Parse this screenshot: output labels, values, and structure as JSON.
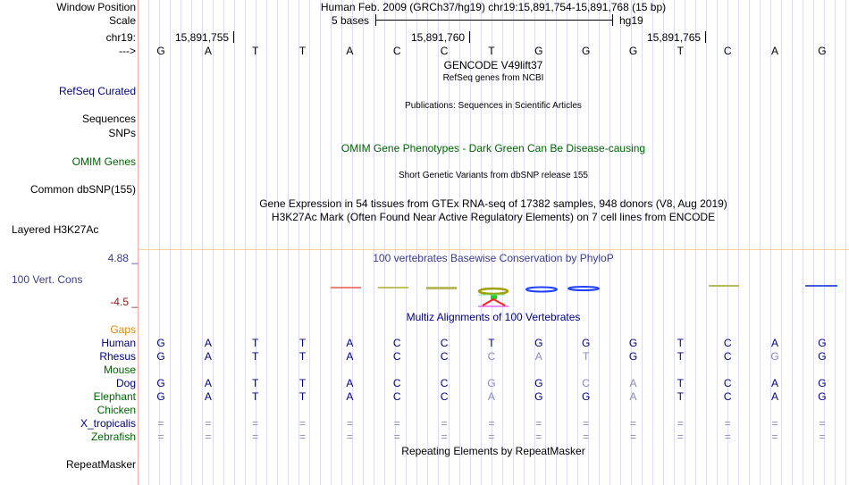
{
  "labels": {
    "window_position": "Window Position",
    "scale": "Scale",
    "chr": "chr19:",
    "strand": "--->",
    "refseq": "RefSeq Curated",
    "sequences": "Sequences",
    "snps": "SNPs",
    "omim_genes": "OMIM Genes",
    "dbsnp": "Common dbSNP(155)",
    "h3k27ac": "Layered H3K27Ac",
    "cons": "100 Vert. Cons",
    "cons_max": "4.88 _",
    "cons_min": "-4.5 _",
    "gaps": "Gaps",
    "repeatmasker": "RepeatMasker"
  },
  "header": {
    "position": "Human Feb. 2009 (GRCh37/hg19)   chr19:15,891,754-15,891,768 (15 bp)",
    "scale_text": "5 bases",
    "assembly": "hg19",
    "coords": [
      "15,891,755",
      "15,891,760",
      "15,891,765"
    ]
  },
  "tracks": {
    "gencode": "GENCODE V49lift37",
    "refseq_sub": "RefSeq genes from NCBI",
    "publications": "Publications: Sequences in Scientific Articles",
    "omim_pheno": "OMIM Gene Phenotypes - Dark Green Can Be Disease-causing",
    "short_variants": "Short Genetic Variants from dbSNP release 155",
    "gtex": "Gene Expression in 54 tissues from GTEx RNA-seq of 17382 samples, 948 donors (V8, Aug 2019)",
    "h3k27ac": "H3K27Ac Mark (Often Found Near Active Regulatory Elements) on 7 cell lines from ENCODE",
    "phylop": "100 vertebrates Basewise Conservation by PhyloP",
    "multiz": "Multiz Alignments of 100 Vertebrates",
    "repeat": "Repeating Elements by RepeatMasker"
  },
  "bases": [
    "G",
    "A",
    "T",
    "T",
    "A",
    "C",
    "C",
    "T",
    "G",
    "G",
    "G",
    "T",
    "C",
    "A",
    "G"
  ],
  "species": [
    {
      "name": "Human",
      "color": "#000080",
      "seq": "GATTACCTGGGTCAG",
      "diff": []
    },
    {
      "name": "Rhesus",
      "color": "#000080",
      "seq": "GATTACCCATGTCGG",
      "diff": [
        7,
        8,
        9,
        13
      ]
    },
    {
      "name": "Mouse",
      "color": "#006400",
      "seq": "",
      "diff": []
    },
    {
      "name": "Dog",
      "color": "#000080",
      "seq": "GATTACCGGCATCAG",
      "diff": [
        7,
        9,
        10
      ]
    },
    {
      "name": "Elephant",
      "color": "#006400",
      "seq": "GATTACCAGGATCAG",
      "diff": [
        7,
        10
      ]
    },
    {
      "name": "Chicken",
      "color": "#006400",
      "seq": "",
      "diff": []
    },
    {
      "name": "X_tropicalis",
      "color": "#000080",
      "seq": "===============",
      "diff": "all"
    },
    {
      "name": "Zebrafish",
      "color": "#006400",
      "seq": "===============",
      "diff": "all"
    }
  ]
}
